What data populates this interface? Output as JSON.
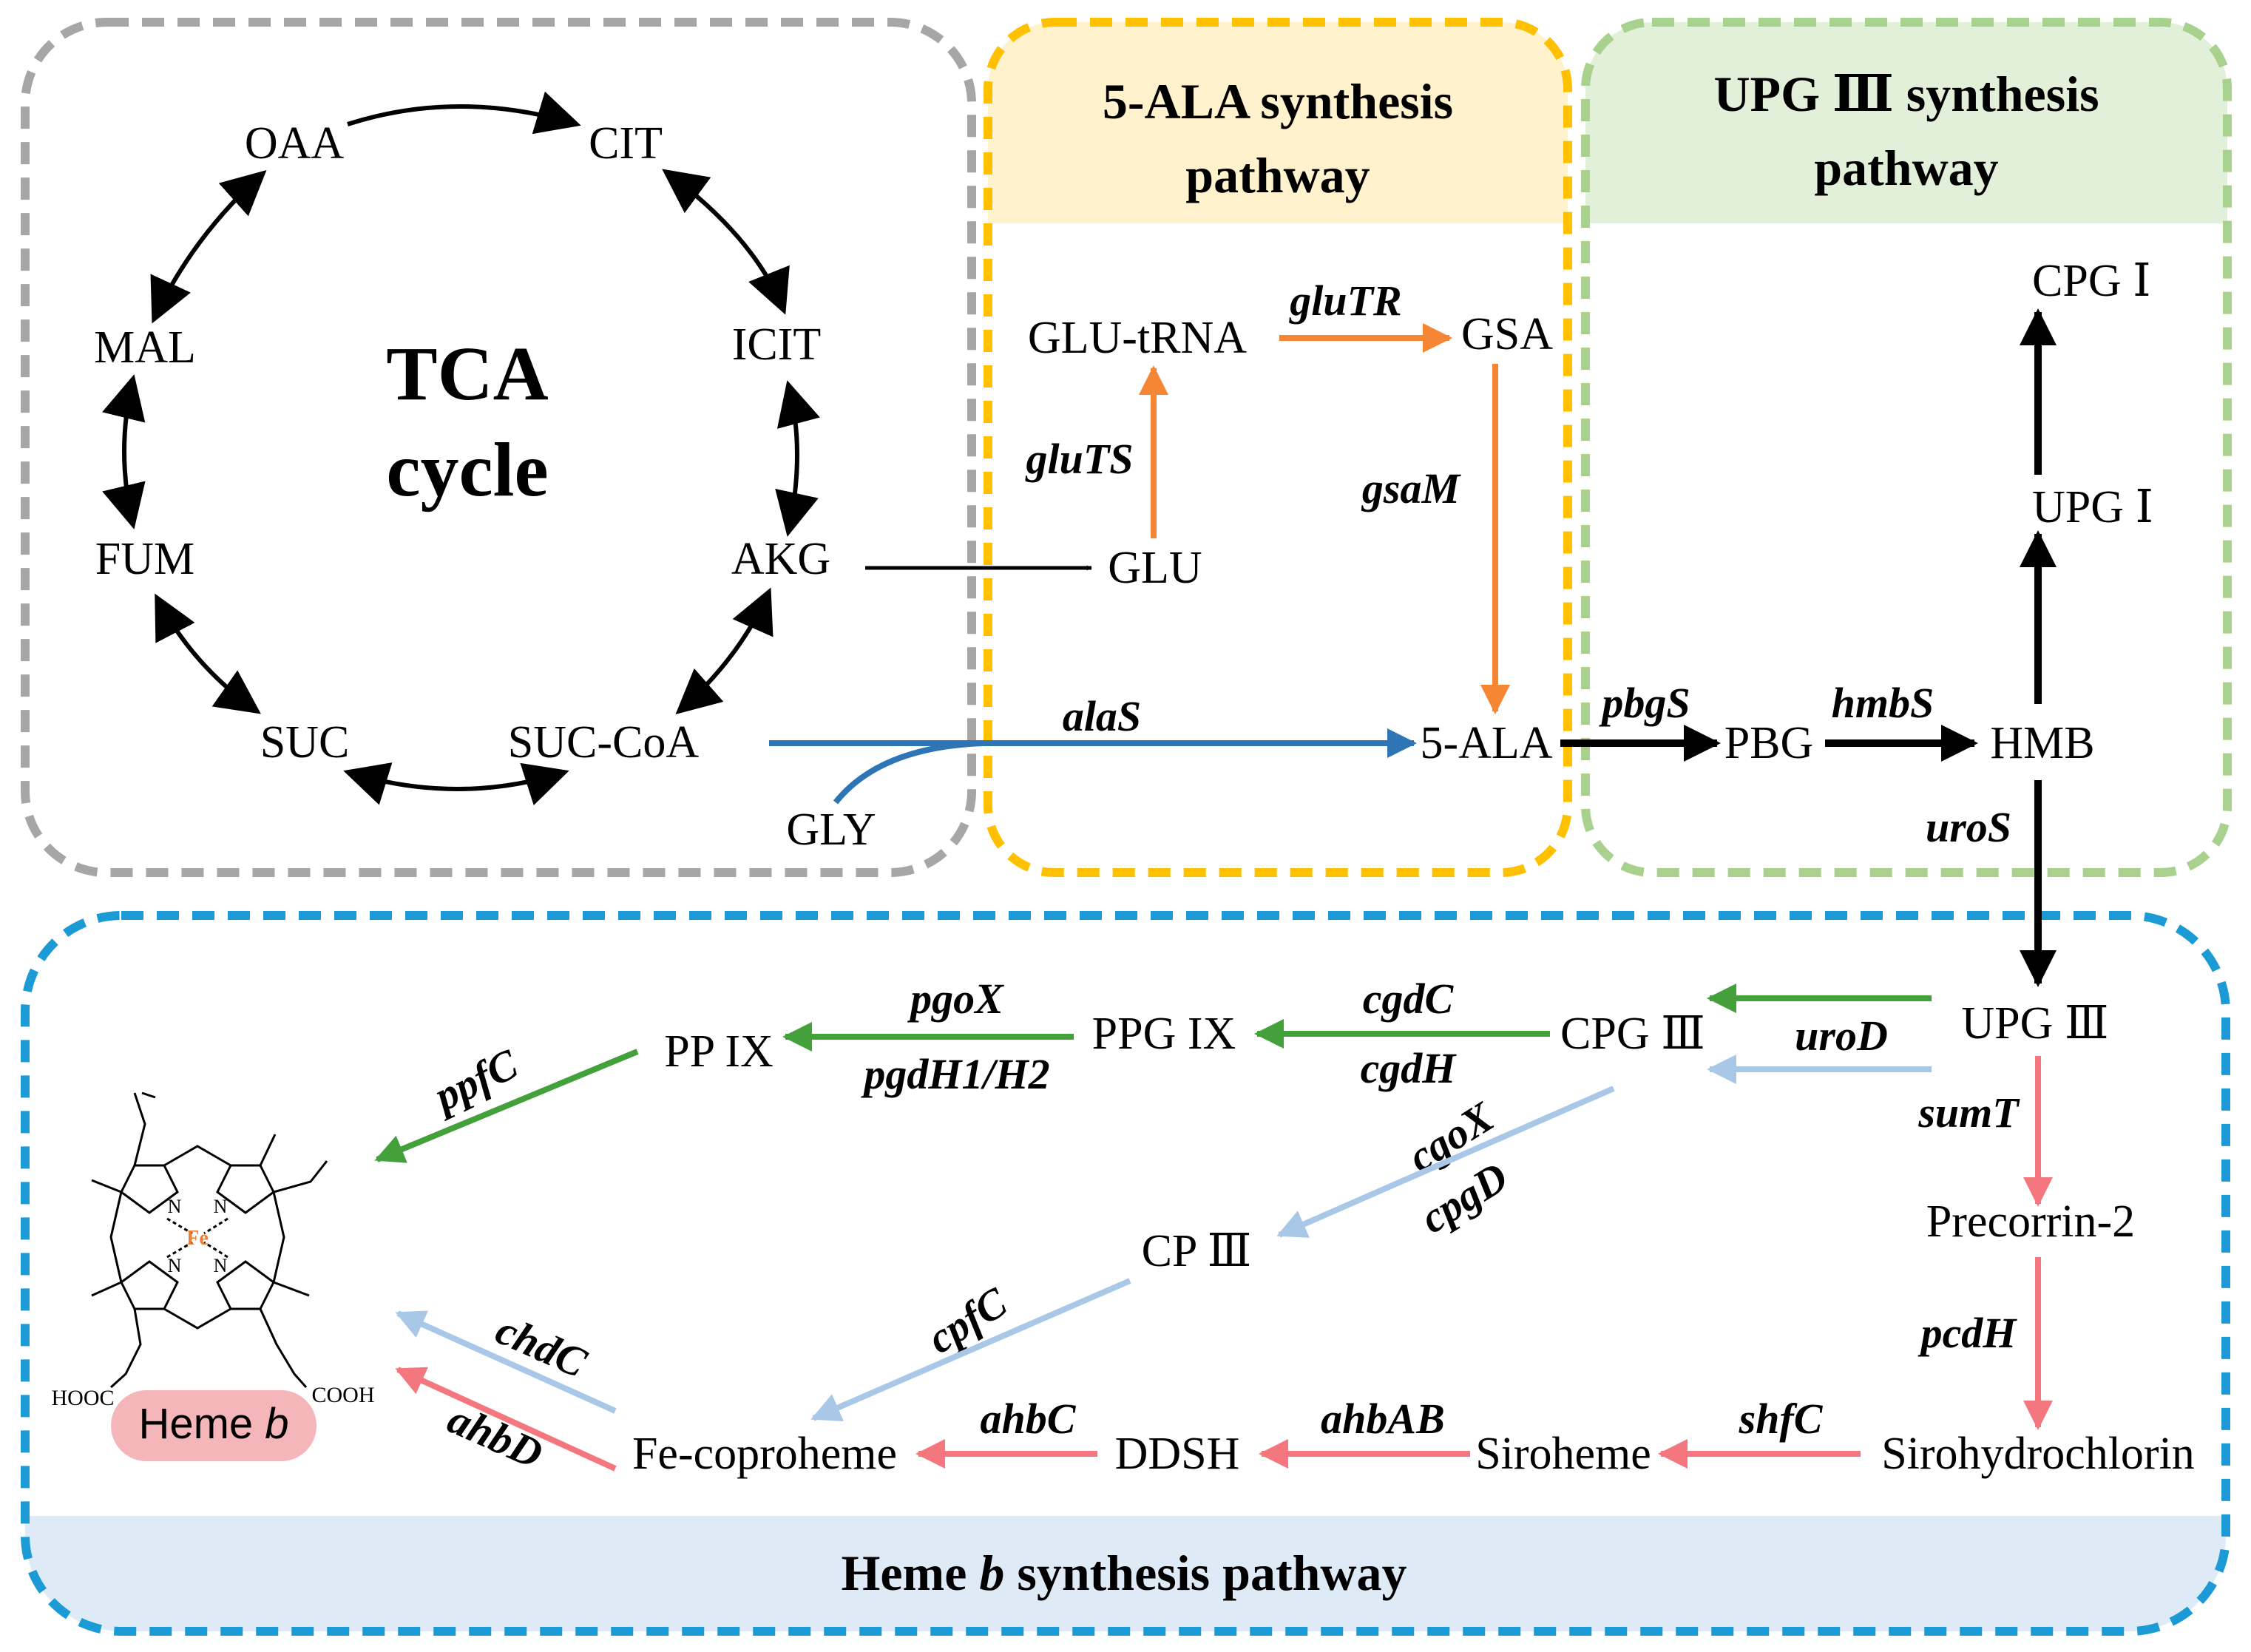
{
  "tca": {
    "title_line1": "TCA",
    "title_line2": "cycle",
    "metabolites": {
      "oaa": "OAA",
      "cit": "CIT",
      "icit": "ICIT",
      "mal": "MAL",
      "fum": "FUM",
      "akg": "AKG",
      "suc": "SUC",
      "succoa": "SUC-CoA"
    }
  },
  "ala_pathway": {
    "title_line1": "5-ALA synthesis",
    "title_line2": "pathway",
    "metabolites": {
      "glutrna": "GLU-tRNA",
      "gsa": "GSA",
      "glu": "GLU",
      "ala": "5-ALA",
      "gly": "GLY"
    },
    "genes": {
      "glutr": "gluTR",
      "gluts": "gluTS",
      "gsam": "gsaM",
      "alas": "alaS"
    }
  },
  "upg_pathway": {
    "title_line1": "UPG Ⅲ synthesis",
    "title_line2": "pathway",
    "metabolites": {
      "cpg1": "CPG Ⅰ",
      "upg1": "UPG Ⅰ",
      "pbg": "PBG",
      "hmb": "HMB"
    },
    "genes": {
      "pbgs": "pbgS",
      "hmbs": "hmbS",
      "uros": "uroS"
    }
  },
  "heme_pathway": {
    "title_prefix": "Heme ",
    "title_italic": "b",
    "title_suffix": " synthesis pathway",
    "metabolites": {
      "upg3": "UPG Ⅲ",
      "cpg3": "CPG Ⅲ",
      "ppg9": "PPG IX",
      "pp9": "PP IX",
      "cp3": "CP Ⅲ",
      "precorrin": "Precorrin-2",
      "sirohydro": "Sirohydrochlorin",
      "siroheme": "Siroheme",
      "ddsh": "DDSH",
      "fecopro": "Fe-coproheme"
    },
    "genes": {
      "urod": "uroD",
      "cgdc": "cgdC",
      "cgdh": "cgdH",
      "pgox": "pgoX",
      "pgdh": "pgdH1/H2",
      "ppfc": "ppfC",
      "cgox": "cgoX",
      "cpgd": "cpgD",
      "cpfc": "cpfC",
      "sumt": "sumT",
      "pcdh": "pcdH",
      "shfc": "shfC",
      "ahbab": "ahbAB",
      "ahbc": "ahbC",
      "chdc": "chdC",
      "ahbd": "ahbD"
    },
    "heme_label_prefix": "Heme ",
    "heme_label_italic": "b",
    "structure": {
      "fe": "Fe",
      "n": "N",
      "hooc": "HOOC",
      "cooh": "COOH"
    }
  },
  "colors": {
    "tca_border": "#a6a6a6",
    "ala_border": "#ffc000",
    "ala_header": "#fff2cc",
    "upg_border": "#a9d18e",
    "upg_header": "#e2f0d9",
    "heme_border": "#1c9ad6",
    "heme_footer": "#deebf7",
    "orange_arrow": "#f58634",
    "blue_arrow": "#2e75b6",
    "green_arrow": "#44a03a",
    "lightblue_arrow": "#a9c8e8",
    "pink_arrow": "#f4777f",
    "heme_label_bg": "#f4b6b9",
    "iron": "#ed7d31"
  }
}
